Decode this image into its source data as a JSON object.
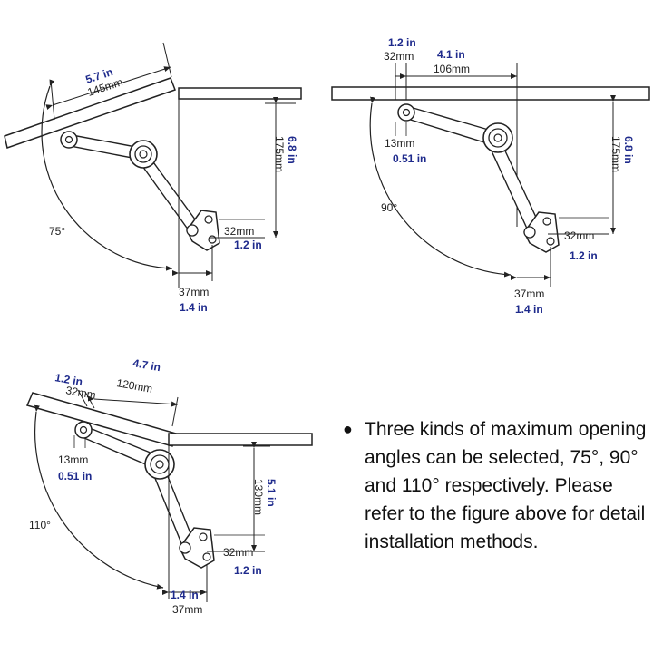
{
  "diagram_75": {
    "angle": "75°",
    "top_length_in": "5.7 in",
    "top_length_mm": "145mm",
    "height_mm": "175mm",
    "height_in": "6.8 in",
    "base_offset_mm": "32mm",
    "base_offset_in": "1.2 in",
    "bottom_width_mm": "37mm",
    "bottom_width_in": "1.4 in"
  },
  "diagram_90": {
    "angle": "90°",
    "edge_in": "1.2 in",
    "edge_mm": "32mm",
    "span_in": "4.1 in",
    "span_mm": "106mm",
    "pivot_mm": "13mm",
    "pivot_in": "0.51 in",
    "height_mm": "175mm",
    "height_in": "6.8 in",
    "base_offset_mm": "32mm",
    "base_offset_in": "1.2 in",
    "bottom_width_mm": "37mm",
    "bottom_width_in": "1.4 in"
  },
  "diagram_110": {
    "angle": "110°",
    "edge_in": "1.2 in",
    "edge_mm": "32mm",
    "span_in": "4.7 in",
    "span_mm": "120mm",
    "pivot_mm": "13mm",
    "pivot_in": "0.51 in",
    "height_mm": "130mm",
    "height_in": "5.1 in",
    "base_offset_mm": "32mm",
    "base_offset_in": "1.2 in",
    "bottom_width_in": "1.4 in",
    "bottom_width_mm": "37mm"
  },
  "note": {
    "bullet": "●",
    "text": "Three kinds of maximum opening angles can be selected, 75°, 90° and 110° respectively. Please refer to the figure above for detail installation methods."
  }
}
